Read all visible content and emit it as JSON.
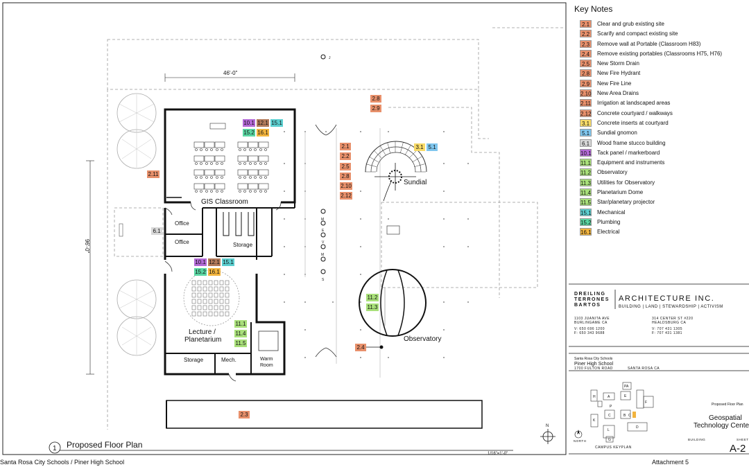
{
  "colors": {
    "site": "#e8906b",
    "wood": "#d8d8d8",
    "tack": "#b36ad6",
    "equip": "#a9e07a",
    "mech": "#5ccfd0",
    "elec": "#f2b43e",
    "conc": "#f8db68",
    "sundial": "#7fc6ee",
    "brown": "#b27a5a",
    "plumb": "#5ad6a2"
  },
  "key_notes": {
    "title": "Key Notes",
    "items": [
      {
        "code": "2.1",
        "text": "Clear and grub existing site",
        "color": "#e8906b"
      },
      {
        "code": "2.2",
        "text": "Scarify and compact existing site",
        "color": "#e8906b"
      },
      {
        "code": "2.3",
        "text": "Remove wall at Portable (Classroom H83)",
        "color": "#e8906b"
      },
      {
        "code": "2.4",
        "text": "Remove existing portables (Classrooms H75, H76)",
        "color": "#e8906b"
      },
      {
        "code": "2.5",
        "text": "New Storm Drain",
        "color": "#e8906b"
      },
      {
        "code": "2.8",
        "text": "New Fire Hydrant",
        "color": "#e8906b"
      },
      {
        "code": "2.9",
        "text": "New Fire Line",
        "color": "#e8906b"
      },
      {
        "code": "2.10",
        "text": "New Area Drains",
        "color": "#e8906b"
      },
      {
        "code": "2.11",
        "text": "Irrigation at landscaped areas",
        "color": "#e8906b"
      },
      {
        "code": "2.12",
        "text": "Concrete courtyard / walkways",
        "color": "#e8906b"
      },
      {
        "code": "3.1",
        "text": "Concrete inserts at courtyard",
        "color": "#f8db68"
      },
      {
        "code": "5.1",
        "text": "Sundial gnomon",
        "color": "#7fc6ee"
      },
      {
        "code": "6.1",
        "text": "Wood frame stucco building",
        "color": "#d8d8d8"
      },
      {
        "code": "10.1",
        "text": "Tack panel / markerboard",
        "color": "#b36ad6"
      },
      {
        "code": "11.1",
        "text": "Equipment and instruments",
        "color": "#a9e07a"
      },
      {
        "code": "11.2",
        "text": "Observatory",
        "color": "#a9e07a"
      },
      {
        "code": "11.3",
        "text": "Utilities for Observatory",
        "color": "#a9e07a"
      },
      {
        "code": "11.4",
        "text": "Planetarium Dome",
        "color": "#a9e07a"
      },
      {
        "code": "11.5",
        "text": "Star/planetary projector",
        "color": "#a9e07a"
      },
      {
        "code": "15.1",
        "text": "Mechanical",
        "color": "#5ccfd0"
      },
      {
        "code": "15.2",
        "text": "Plumbing",
        "color": "#5ad6a2"
      },
      {
        "code": "16.1",
        "text": "Electrical",
        "color": "#f2b43e"
      }
    ]
  },
  "plan": {
    "rooms": {
      "gis_classroom": "GIS Classroom",
      "office_1": "Office",
      "office_2": "Office",
      "storage_1": "Storage",
      "lecture": "Lecture /",
      "planetarium": "Planetarium",
      "storage_2": "Storage",
      "mech": "Mech.",
      "warm_room_1": "Warm",
      "warm_room_2": "Room",
      "sundial": "Sundial",
      "observatory": "Observatory"
    },
    "dimensions": {
      "width": "46'-0\"",
      "height": "96'-0\""
    },
    "plants": [
      "J",
      "M",
      "E",
      "V",
      "M",
      "S"
    ],
    "notes_on_plan": {
      "n2_8": "2.8",
      "n2_9": "2.9",
      "n2_11": "2.11",
      "c2_1": "2.1",
      "c2_2": "2.2",
      "c2_5": "2.5",
      "c2_8": "2.8",
      "c2_10": "2.10",
      "c2_12": "2.12",
      "s3_1": "3.1",
      "s5_1": "5.1",
      "n6_1": "6.1",
      "g10_1": "10.1",
      "g12_1": "12.1",
      "g15_1": "15.1",
      "g15_2": "15.2",
      "g16_1": "16.1",
      "l10_1": "10.1",
      "l12_1": "12.1",
      "l15_1": "15.1",
      "l15_2": "15.2",
      "l16_1": "16.1",
      "p11_1": "11.1",
      "p11_4": "11.4",
      "p11_5": "11.5",
      "o11_2": "11.2",
      "o11_3": "11.3",
      "n2_4": "2.4",
      "n2_3": "2.3"
    },
    "title_marker": "1",
    "title": "Proposed Floor Plan",
    "scale": "1/16\"=1'-0\""
  },
  "firm": {
    "names": [
      "DREILING",
      "TERRONES",
      "BARTOS"
    ],
    "name_main": "ARCHITECTURE INC.",
    "tagline": "BUILDING | LAND | STEWARDSHIP | ACTIVISM",
    "addr_left_1": "1103 JUANITA AVE",
    "addr_left_2": "BURLINGAME  CA",
    "phone_left_1": "V: 650 696 1200",
    "phone_left_2": "F: 650 343 9688",
    "addr_right_1": "314 CENTER ST #220",
    "addr_right_2": "HEALDSBURG  CA",
    "phone_right_1": "V: 707 431 1305",
    "phone_right_2": "F: 707 431 1381"
  },
  "project": {
    "client": "Santa Rosa City Schools",
    "school": "Piner High School",
    "address": "1700 FULTON ROAD",
    "city": "SANTA ROSA CA",
    "sheet_desc": "Proposed Floor Plan",
    "title_1": "Geospatial",
    "title_2": "Technology Center",
    "building_label": "BUILDING",
    "sheet_label": "SHEET",
    "sheet_no": "A-2",
    "north_label": "NORTH",
    "keyplan_label": "CAMPUS KEYPLAN",
    "keyplan_letters": [
      "PA",
      "H",
      "A",
      "E",
      "F",
      "P",
      "C",
      "B",
      "C",
      "K",
      "L",
      "G",
      "D"
    ]
  },
  "footer": {
    "left": "Santa Rosa City Schools / Piner High School",
    "right": "Attachment 5"
  }
}
